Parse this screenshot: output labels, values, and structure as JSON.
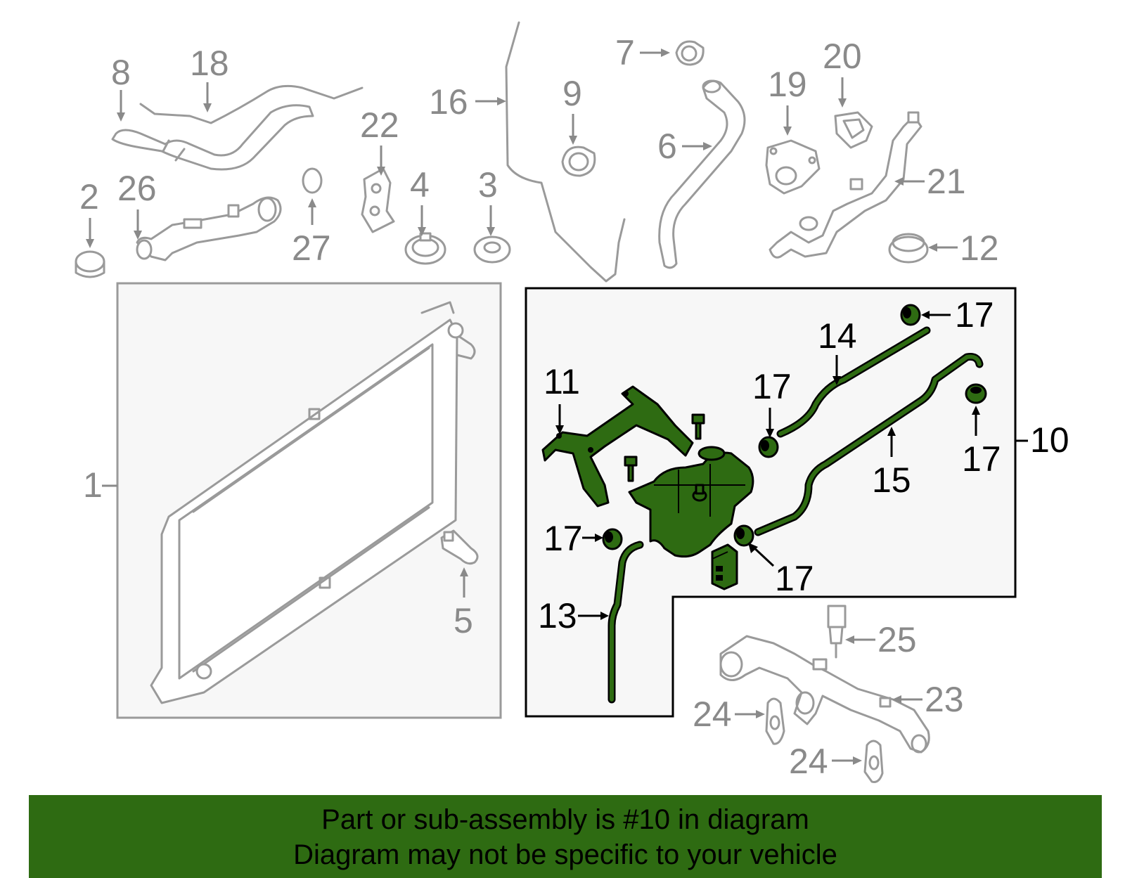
{
  "callouts": {
    "c1": "1",
    "c2": "2",
    "c3": "3",
    "c4": "4",
    "c5": "5",
    "c6": "6",
    "c7": "7",
    "c8": "8",
    "c9": "9",
    "c10": "10",
    "c11": "11",
    "c12": "12",
    "c13": "13",
    "c14": "14",
    "c15": "15",
    "c16": "16",
    "c17": "17",
    "c18": "18",
    "c19": "19",
    "c20": "20",
    "c21": "21",
    "c22": "22",
    "c23": "23",
    "c24": "24",
    "c25": "25",
    "c26": "26",
    "c27": "27"
  },
  "banner": {
    "line1": "Part or sub-assembly is #10 in diagram",
    "line2": "Diagram may not be specific to your vehicle"
  },
  "colors": {
    "highlight": "#2e6b12",
    "part_outline": "#9a9a9a",
    "callout_gray": "#8a8a8a",
    "callout_black": "#000000"
  },
  "highlighted_part": "10"
}
